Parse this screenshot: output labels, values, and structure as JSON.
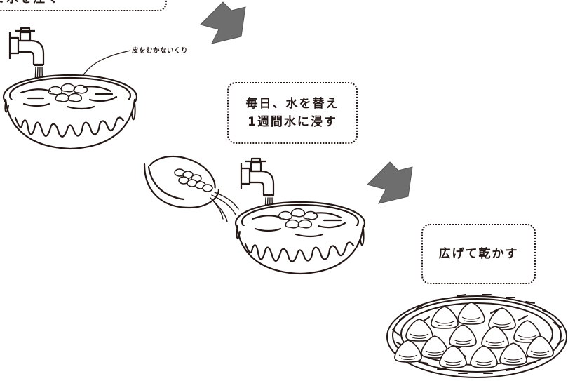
{
  "callouts": {
    "top": {
      "line1": "て水を注ぐ"
    },
    "middle": {
      "line1": "毎日、水を替え",
      "line2": "1週間水に浸す"
    },
    "right": {
      "line1": "広げて乾かす"
    }
  },
  "annotations": {
    "bowl1_label": "皮をむかないくり"
  },
  "colors": {
    "line": "#231815",
    "arrow": "#6e6e6e",
    "background": "#ffffff"
  },
  "icons": [
    "faucet-icon",
    "bowl-icon",
    "arrow-icon",
    "chestnut-icon",
    "basket-icon"
  ]
}
